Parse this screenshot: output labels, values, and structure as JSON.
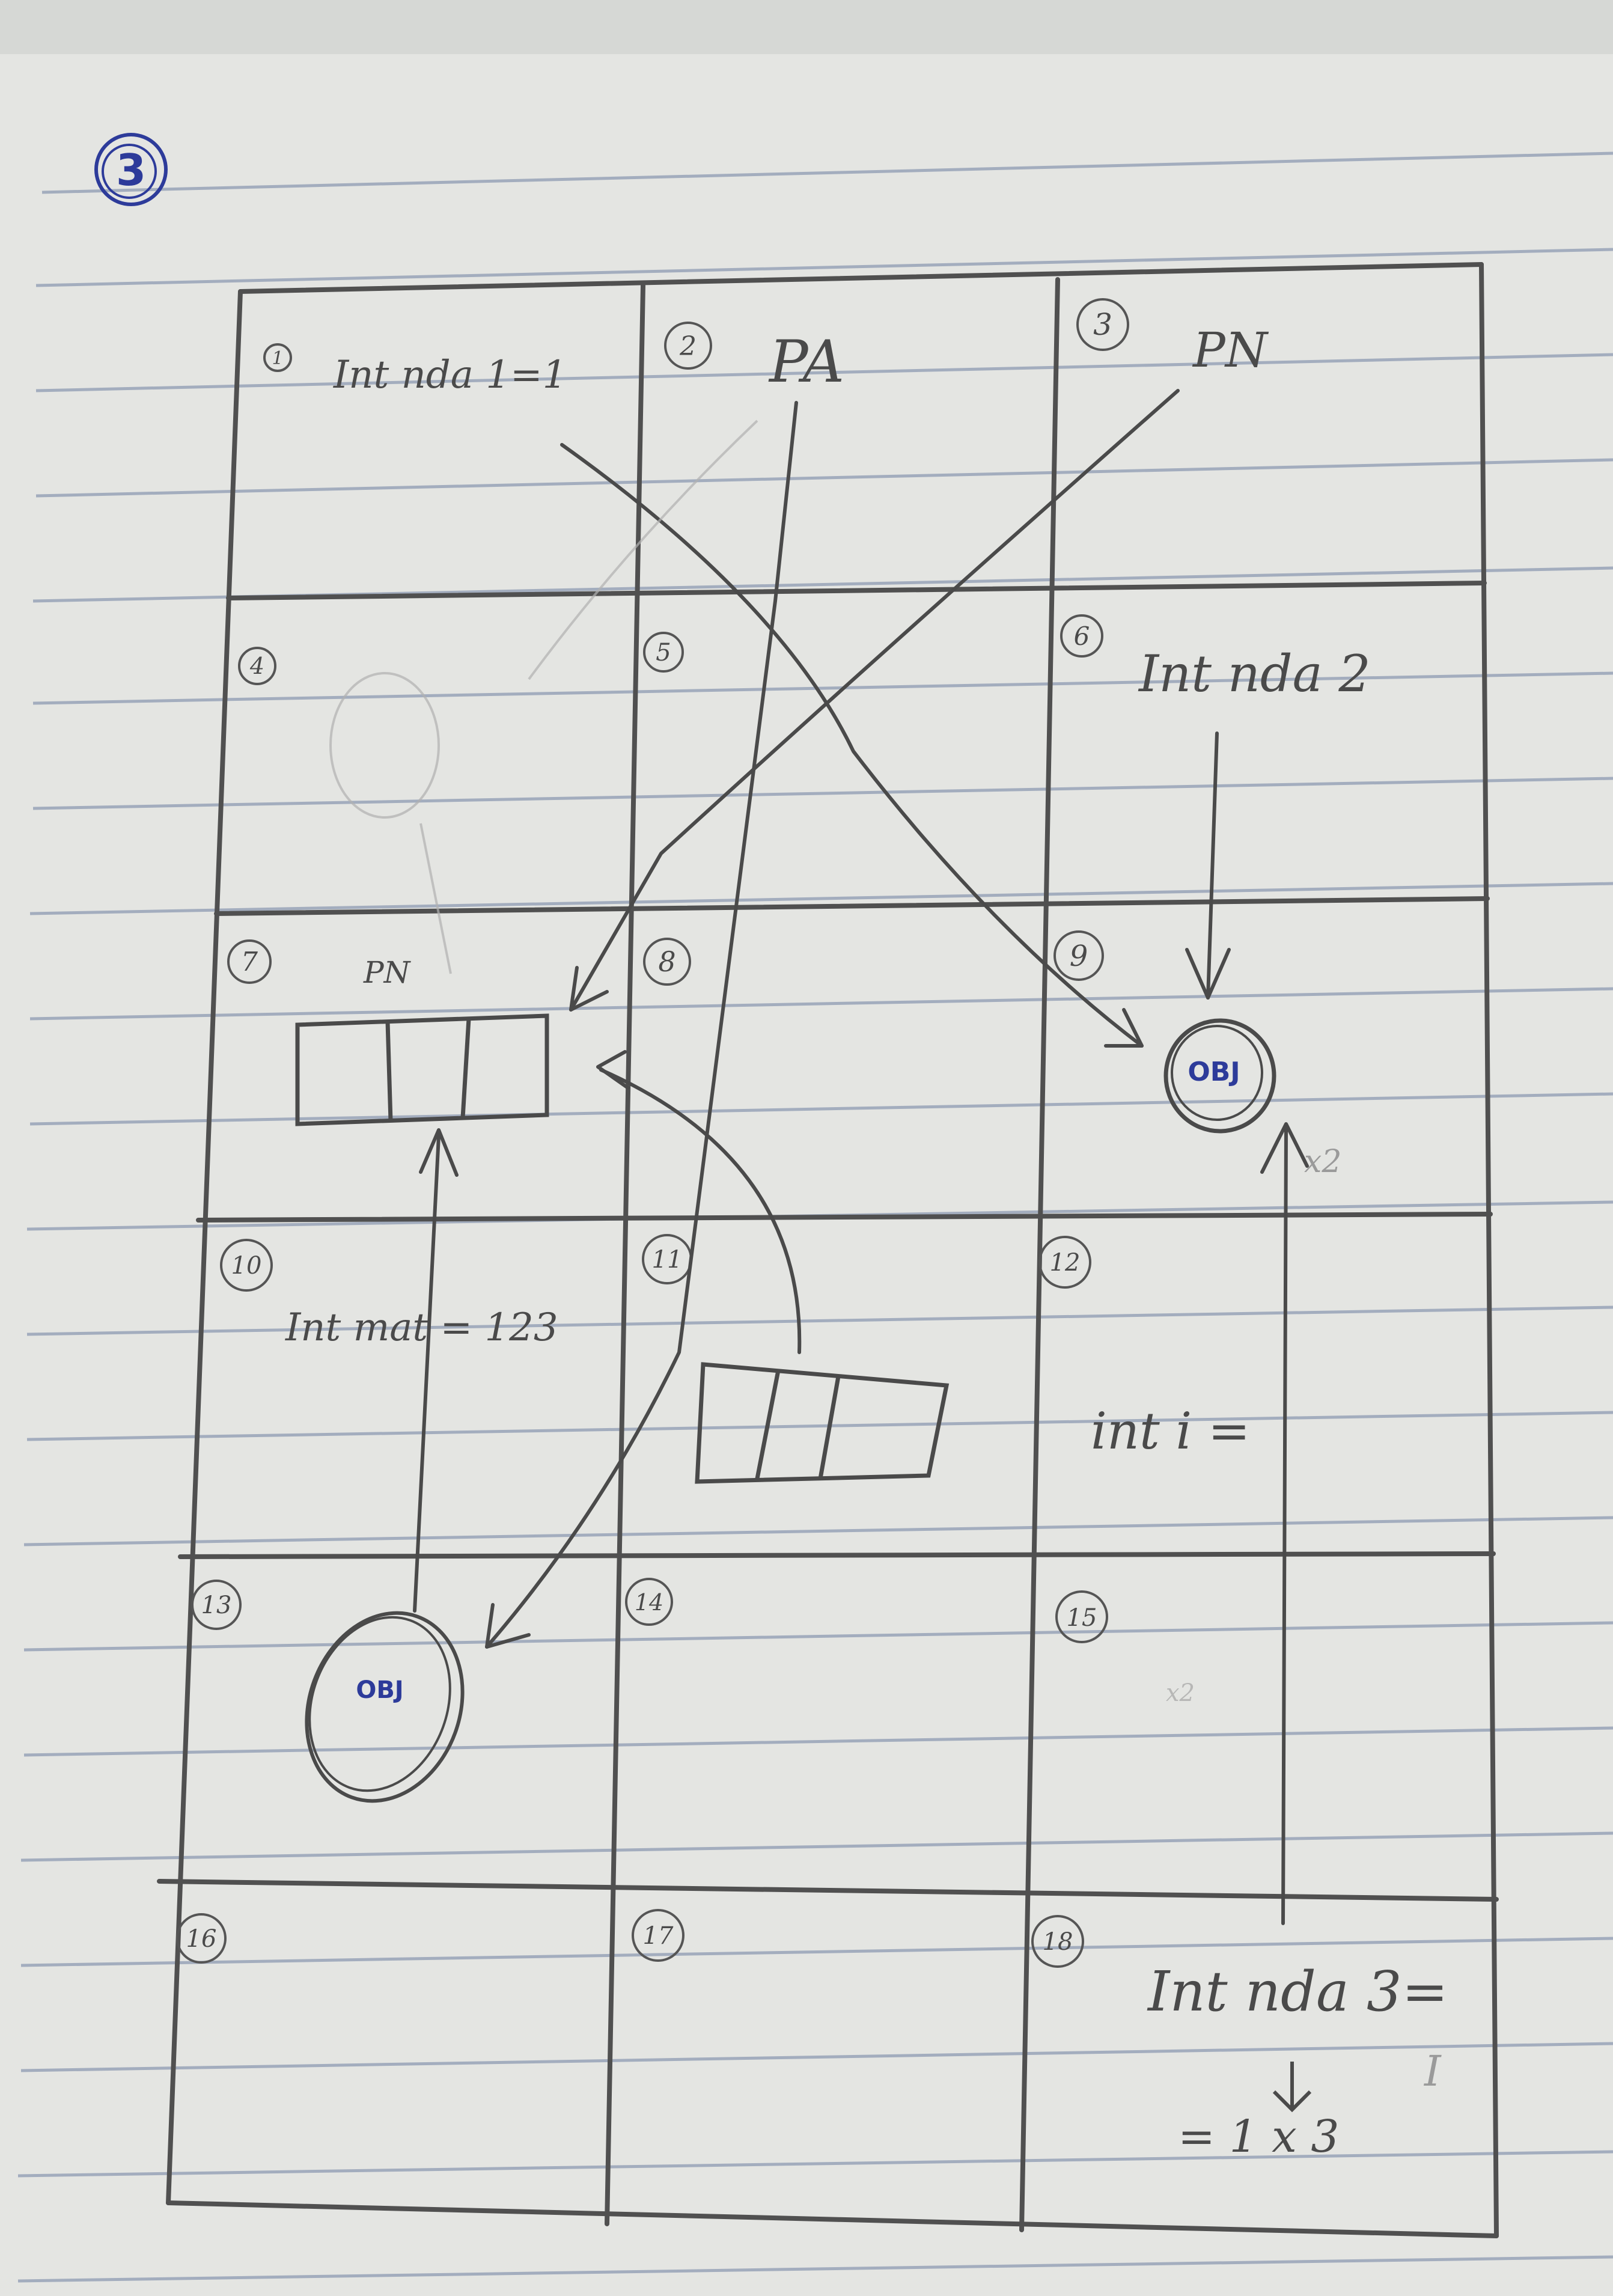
{
  "page": {
    "number_label": "3",
    "ink_color": "#2d3b9a",
    "pencil_color": "#4a4a4a",
    "paper_color": "#e4e5e2",
    "rule_color": "#8e9bb2"
  },
  "cells": [
    {
      "num": "1",
      "text": "Int nda 1=1"
    },
    {
      "num": "2",
      "text": "PA"
    },
    {
      "num": "3",
      "text": "PN"
    },
    {
      "num": "4",
      "text": ""
    },
    {
      "num": "5",
      "text": ""
    },
    {
      "num": "6",
      "text": "Int nda 2"
    },
    {
      "num": "7",
      "text": "PN"
    },
    {
      "num": "8",
      "text": ""
    },
    {
      "num": "9",
      "text": ""
    },
    {
      "num": "10",
      "text": "Int mat = 123"
    },
    {
      "num": "11",
      "text": ""
    },
    {
      "num": "12",
      "text": "int i ="
    },
    {
      "num": "13",
      "text": ""
    },
    {
      "num": "14",
      "text": ""
    },
    {
      "num": "15",
      "text": ""
    },
    {
      "num": "16",
      "text": ""
    },
    {
      "num": "17",
      "text": ""
    },
    {
      "num": "18",
      "text": "Int nda 3="
    }
  ],
  "annotations": {
    "obj_top": "OBJ",
    "obj_bottom": "OBJ",
    "times_two": "x2",
    "times_two_faint": "x2",
    "formula": "= 1 x 3",
    "cursor_mark": "I"
  }
}
